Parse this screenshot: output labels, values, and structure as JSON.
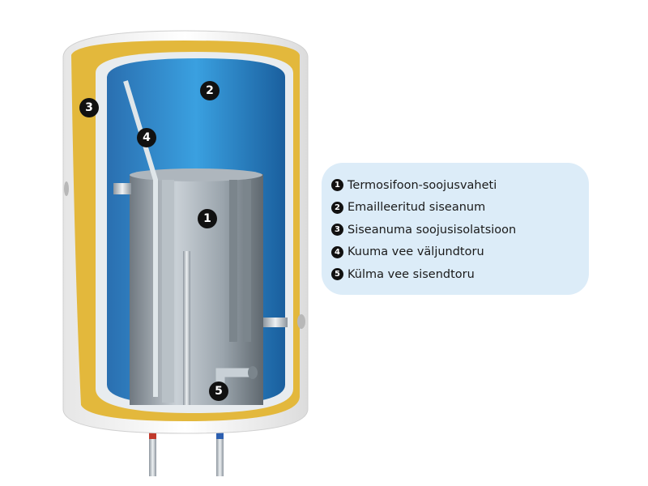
{
  "legend": {
    "items": [
      {
        "number": "1",
        "label": "Termosifoon-soojusvaheti"
      },
      {
        "number": "2",
        "label": "Emailleeritud siseanum"
      },
      {
        "number": "3",
        "label": "Siseanuma soojusisolatsioon"
      },
      {
        "number": "4",
        "label": "Kuuma vee väljundtoru"
      },
      {
        "number": "5",
        "label": "Külma vee sisendtoru"
      }
    ]
  },
  "markers": [
    "1",
    "2",
    "3",
    "4",
    "5"
  ],
  "colors": {
    "tank_blue": "#1f7fc4",
    "insulation": "#e3b83c",
    "shell": "#f4f4f4",
    "exchanger": "#9aa4ac",
    "legend_bg": "#dcecf8"
  }
}
